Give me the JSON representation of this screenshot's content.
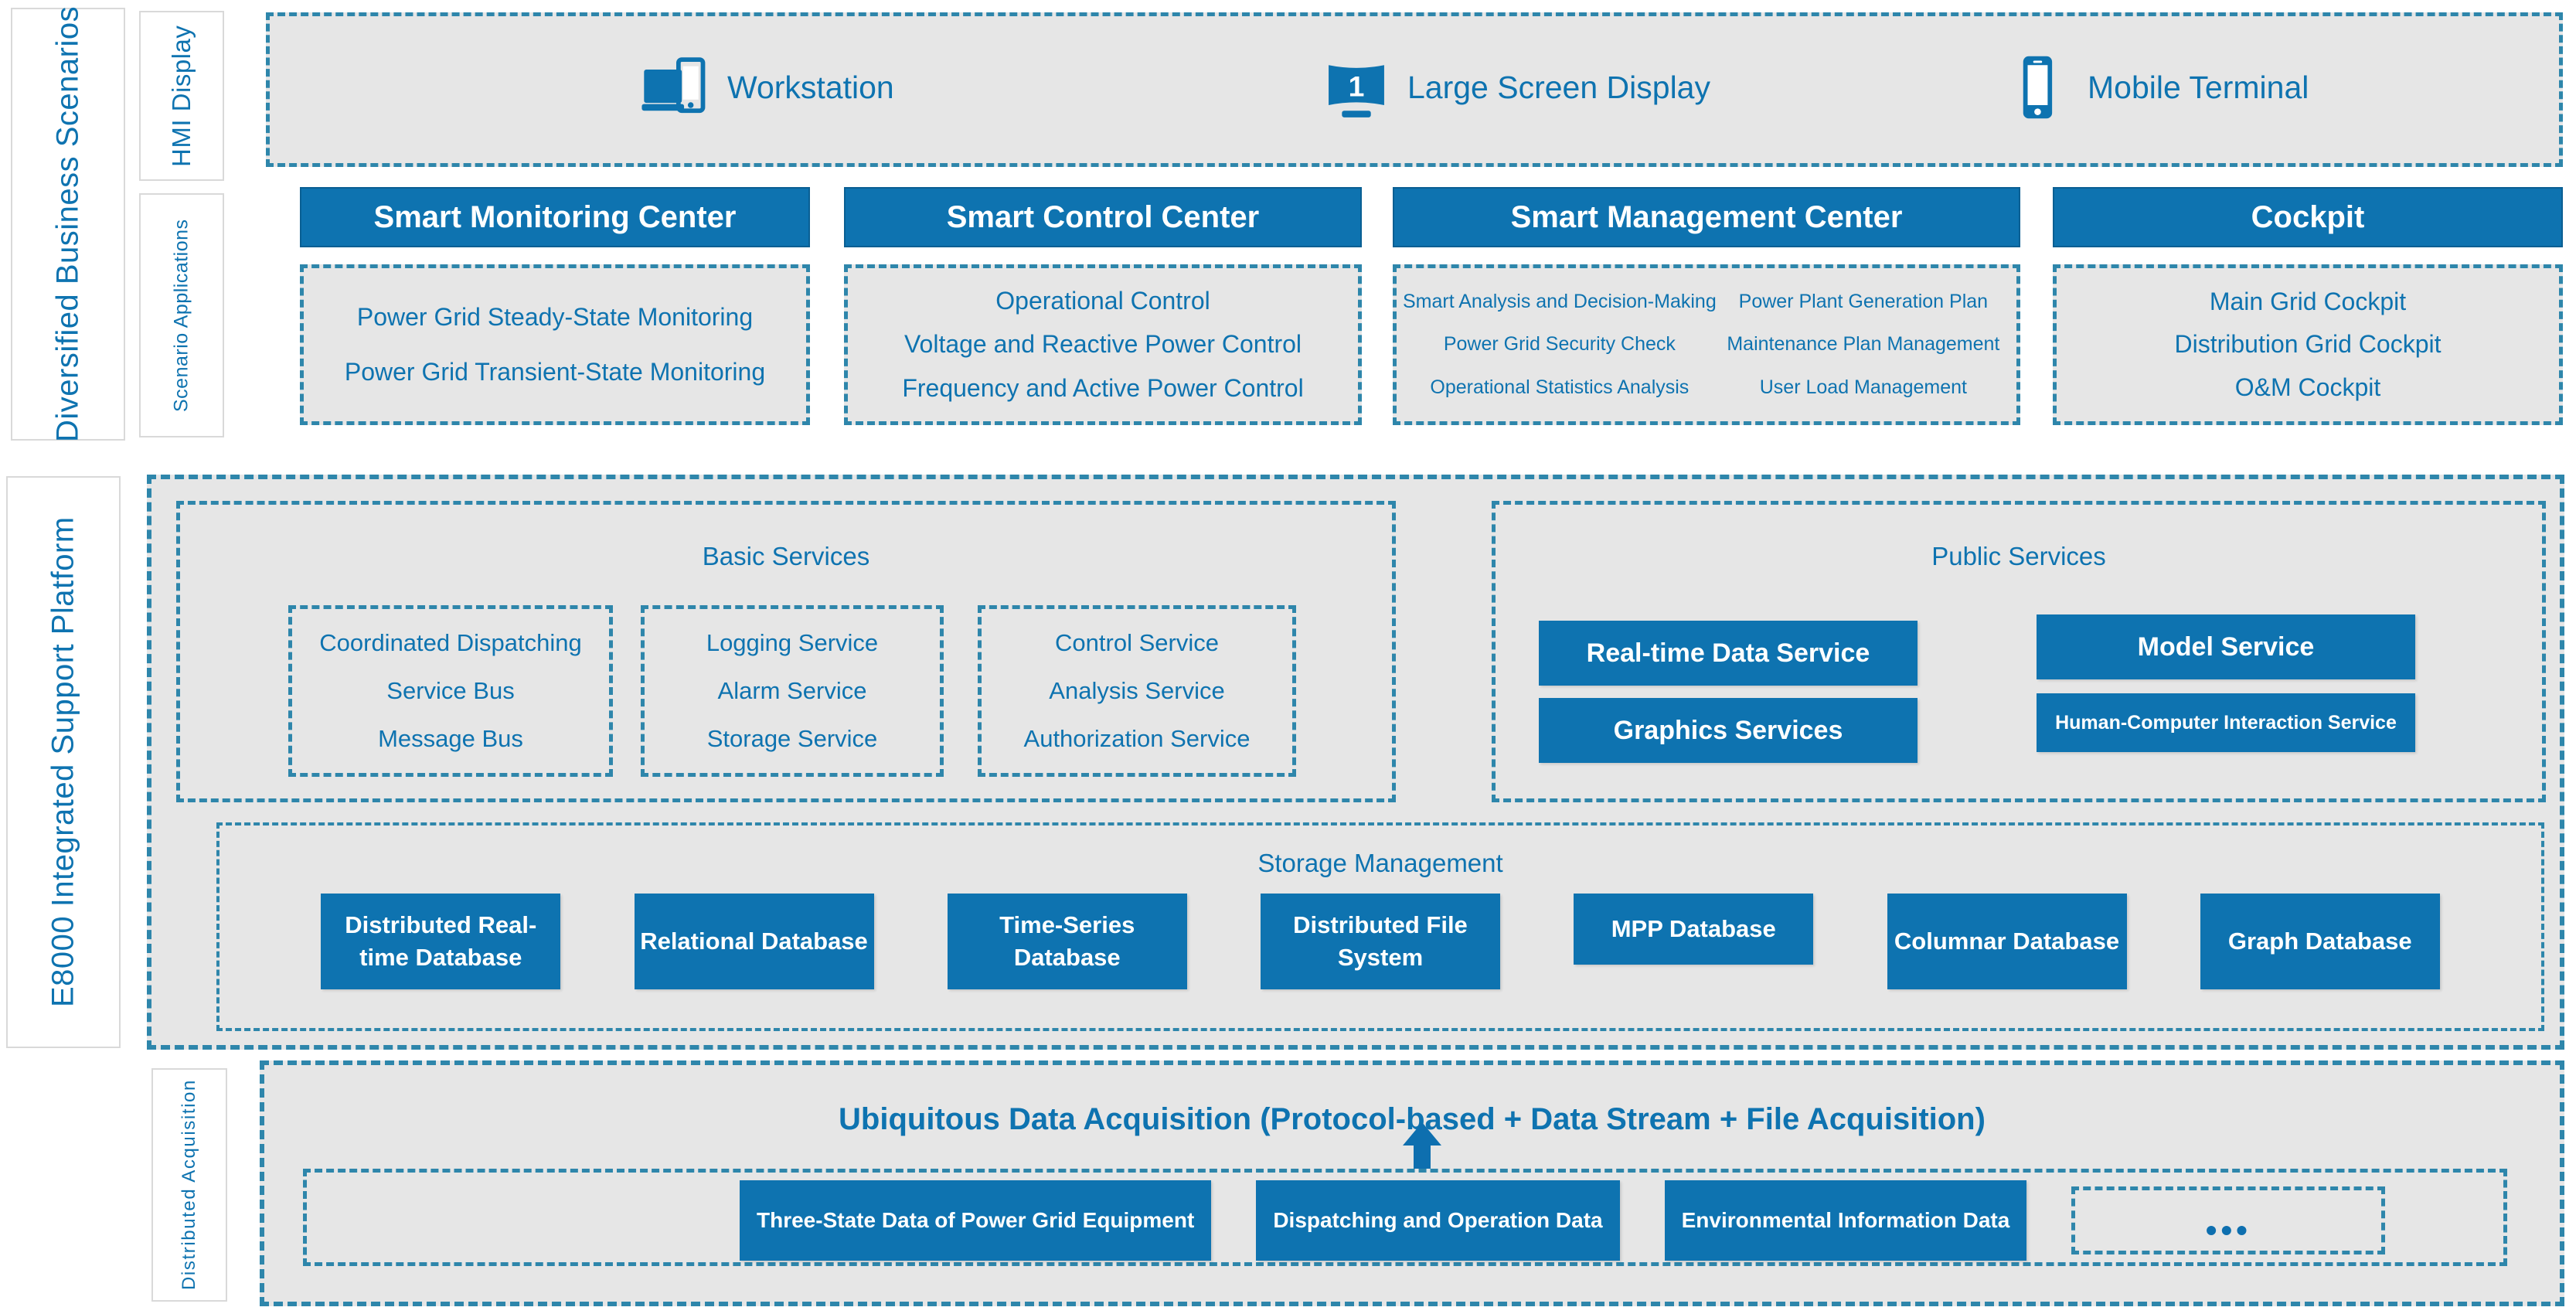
{
  "colors": {
    "brand_blue": "#0E73B0",
    "dash_blue": "#2E86AB",
    "panel_gray": "#E6E6E6",
    "white": "#FFFFFF"
  },
  "side_labels": {
    "business_scenarios": "Diversified Business Scenarios",
    "platform": "E8000 Integrated Support Platform",
    "hmi_display": "HMI Display",
    "scenario_applications": "Scenario Applications",
    "distributed_acquisition": "Distributed Acquisition"
  },
  "hmi_devices": [
    {
      "icon": "workstation-icon",
      "label": "Workstation"
    },
    {
      "icon": "large-screen-display-icon",
      "label": "Large Screen Display"
    },
    {
      "icon": "mobile-terminal-icon",
      "label": "Mobile Terminal"
    }
  ],
  "scenario_centers": [
    {
      "title": "Smart Monitoring Center",
      "items": [
        "Power Grid Steady-State Monitoring",
        "Power Grid Transient-State Monitoring"
      ]
    },
    {
      "title": "Smart Control Center",
      "items": [
        "Operational Control",
        "Voltage and Reactive Power Control",
        "Frequency and Active Power Control"
      ]
    },
    {
      "title": "Smart Management Center",
      "items": [
        "Smart Analysis and Decision-Making",
        "Power Plant Generation Plan",
        "Power Grid Security Check",
        "Maintenance Plan Management",
        "Operational Statistics Analysis",
        "User Load Management"
      ]
    },
    {
      "title": "Cockpit",
      "items": [
        "Main Grid Cockpit",
        "Distribution Grid Cockpit",
        "O&M Cockpit"
      ]
    }
  ],
  "basic_services": {
    "title": "Basic Services",
    "groups": [
      {
        "items": [
          "Coordinated Dispatching",
          "Service Bus",
          "Message Bus"
        ]
      },
      {
        "items": [
          "Logging Service",
          "Alarm Service",
          "Storage Service"
        ]
      },
      {
        "items": [
          "Control Service",
          "Analysis Service",
          "Authorization Service"
        ]
      }
    ]
  },
  "public_services": {
    "title": "Public Services",
    "boxes": [
      "Real-time Data Service",
      "Graphics Services",
      "Model Service",
      "Human-Computer Interaction Service"
    ]
  },
  "storage_management": {
    "title": "Storage Management",
    "databases": [
      "Distributed Real-time Database",
      "Relational Database",
      "Time-Series Database",
      "Distributed File System",
      "MPP Database",
      "Columnar Database",
      "Graph Database"
    ]
  },
  "acquisition": {
    "title": "Ubiquitous Data Acquisition (Protocol-based + Data Stream + File Acquisition)",
    "sources": [
      "Three-State Data of Power Grid Equipment",
      "Dispatching and Operation Data",
      "Environmental Information Data"
    ],
    "more_indicator": "•••"
  }
}
